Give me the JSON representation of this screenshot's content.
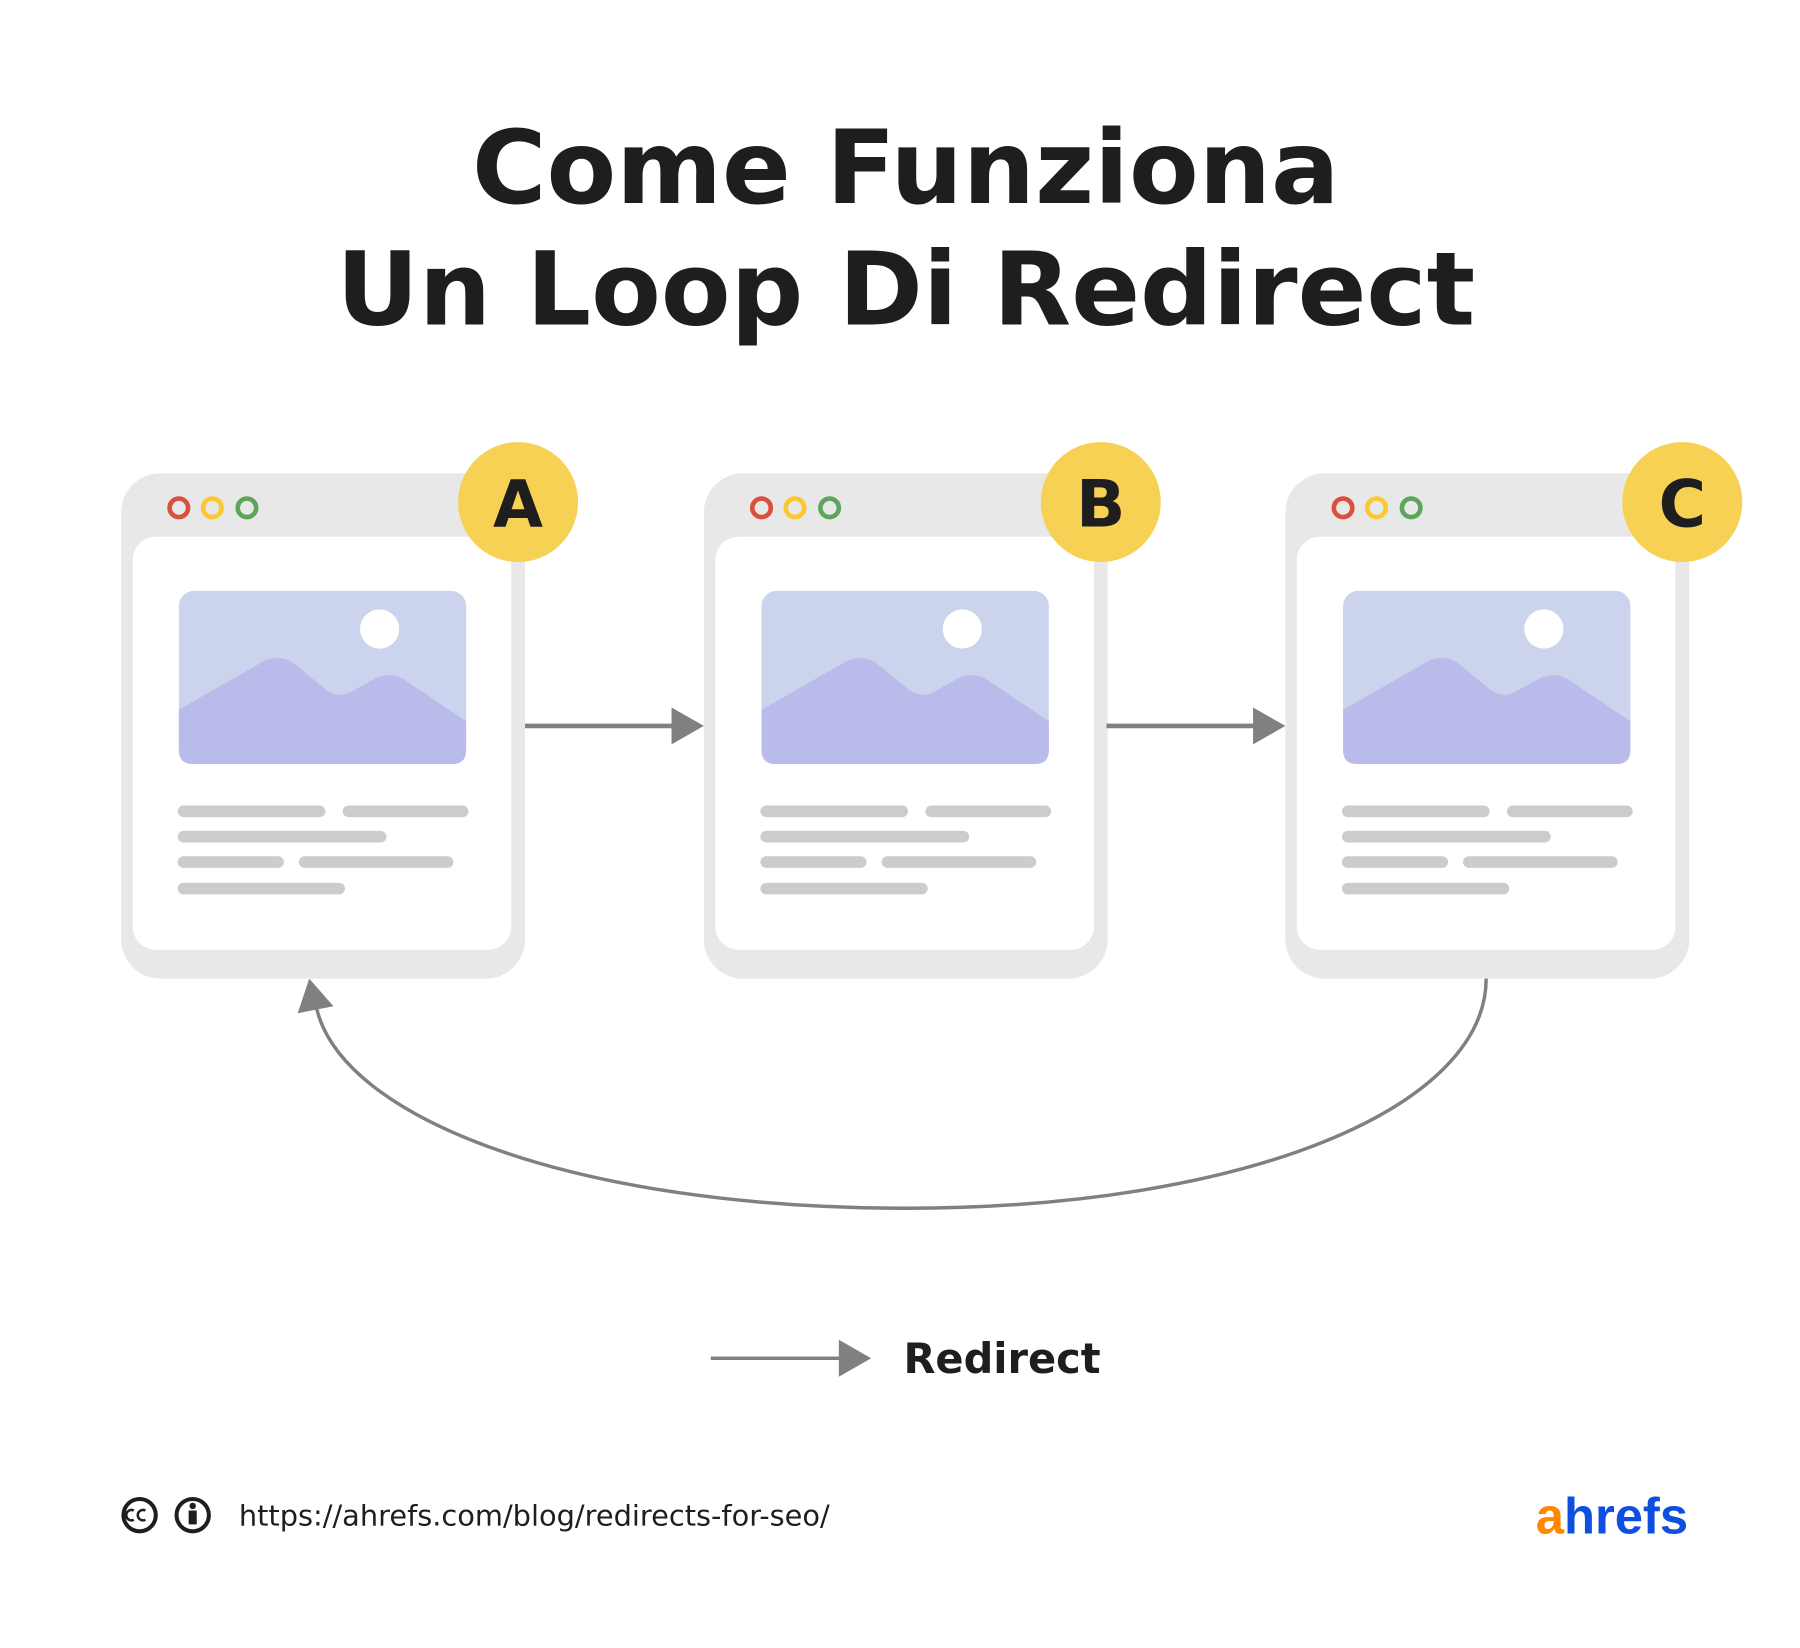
{
  "title": {
    "line1": "Come Funziona",
    "line2": "Un Loop Di Redirect"
  },
  "pages": [
    {
      "label": "A"
    },
    {
      "label": "B"
    },
    {
      "label": "C"
    }
  ],
  "legend": {
    "label": "Redirect"
  },
  "footer": {
    "url": "https://ahrefs.com/blog/redirects-for-seo/",
    "icons": [
      "creative-commons-icon",
      "attribution-icon"
    ]
  },
  "logo": {
    "part1": "a",
    "part2": "hrefs",
    "color1": "#ff8800",
    "color2": "#0f4fe0"
  },
  "colors": {
    "window": "#e8e8e8",
    "badge": "#f7d154",
    "image_sky": "#ccd3ec",
    "image_hill": "#b9bbea",
    "text_line": "#cccccc",
    "arrow": "#808080",
    "dot_red": "#d9503f",
    "dot_yellow": "#f8c930",
    "dot_green": "#5ea55b"
  }
}
